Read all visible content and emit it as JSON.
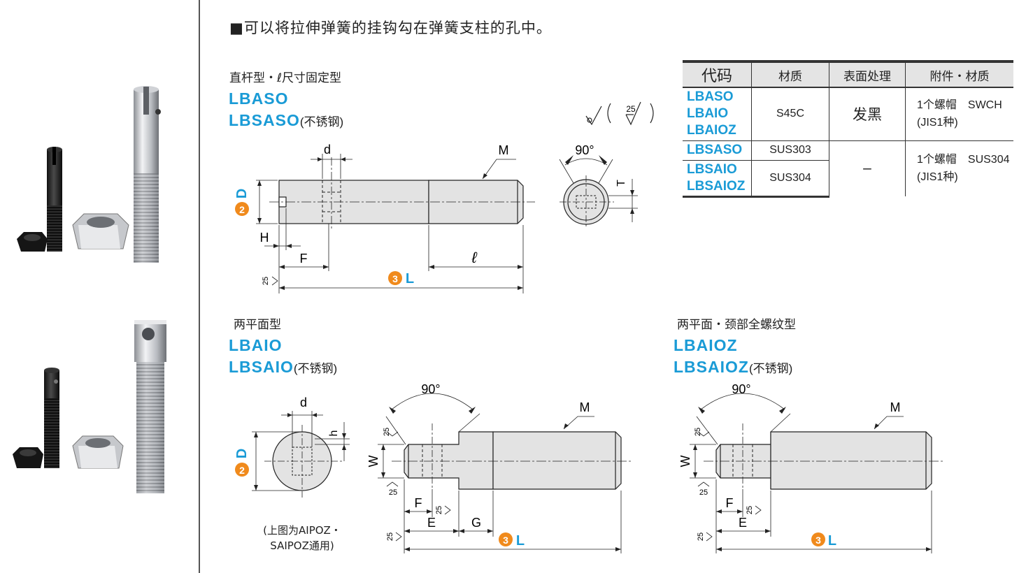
{
  "headline": "■可以将拉伸弹簧的挂钩勾在弹簧支柱的孔中。",
  "table": {
    "headers": [
      "代码",
      "材质",
      "表面处理",
      "附件・材质"
    ],
    "group1": {
      "codes": [
        "LBASO",
        "LBAIO",
        "LBAIOZ"
      ],
      "material": "S45C",
      "surface": "发黑",
      "attachment_line1": "1个螺帽　SWCH",
      "attachment_line2": "(JIS1种)"
    },
    "group2": {
      "codes": [
        "LBSASO",
        "LBSAIO",
        "LBSAIOZ"
      ],
      "materials": [
        "SUS303",
        "SUS304"
      ],
      "surface": "–",
      "attachment_line1": "1个螺帽　SUS304",
      "attachment_line2": "(JIS1种)"
    }
  },
  "section1": {
    "title": "直杆型・ℓ尺寸固定型",
    "code1": "LBASO",
    "code2": "LBSASO",
    "code2_suffix": "(不锈钢)",
    "roughness_general": "25",
    "roughness_local": "25",
    "labels": {
      "d": "d",
      "M": "M",
      "D": "D",
      "D_num": "2",
      "H": "H",
      "F": "F",
      "ell": "ℓ",
      "L": "L",
      "L_num": "3",
      "angle": "90°",
      "T": "T"
    }
  },
  "section2": {
    "title": "两平面型",
    "code1": "LBAIO",
    "code2": "LBSAIO",
    "code2_suffix": "(不锈钢)",
    "note_line1": "(上图为AIPOZ・",
    "note_line2": "SAIPOZ通用)",
    "roughness": "25",
    "labels": {
      "d": "d",
      "h": "h",
      "D": "D",
      "D_num": "2",
      "angle": "90°",
      "M": "M",
      "W": "W",
      "F": "F",
      "E": "E",
      "G": "G",
      "L": "L",
      "L_num": "3"
    }
  },
  "section3": {
    "title": "两平面・颈部全螺纹型",
    "code1": "LBAIOZ",
    "code2": "LBSAIOZ",
    "code2_suffix": "(不锈钢)",
    "roughness": "25",
    "labels": {
      "angle": "90°",
      "M": "M",
      "W": "W",
      "F": "F",
      "E": "E",
      "L": "L",
      "L_num": "3"
    }
  },
  "colors": {
    "accent_blue": "#1a9bd6",
    "accent_orange": "#f08a1c",
    "part_fill": "#e3e3e3",
    "table_header": "#e4e4e4"
  }
}
